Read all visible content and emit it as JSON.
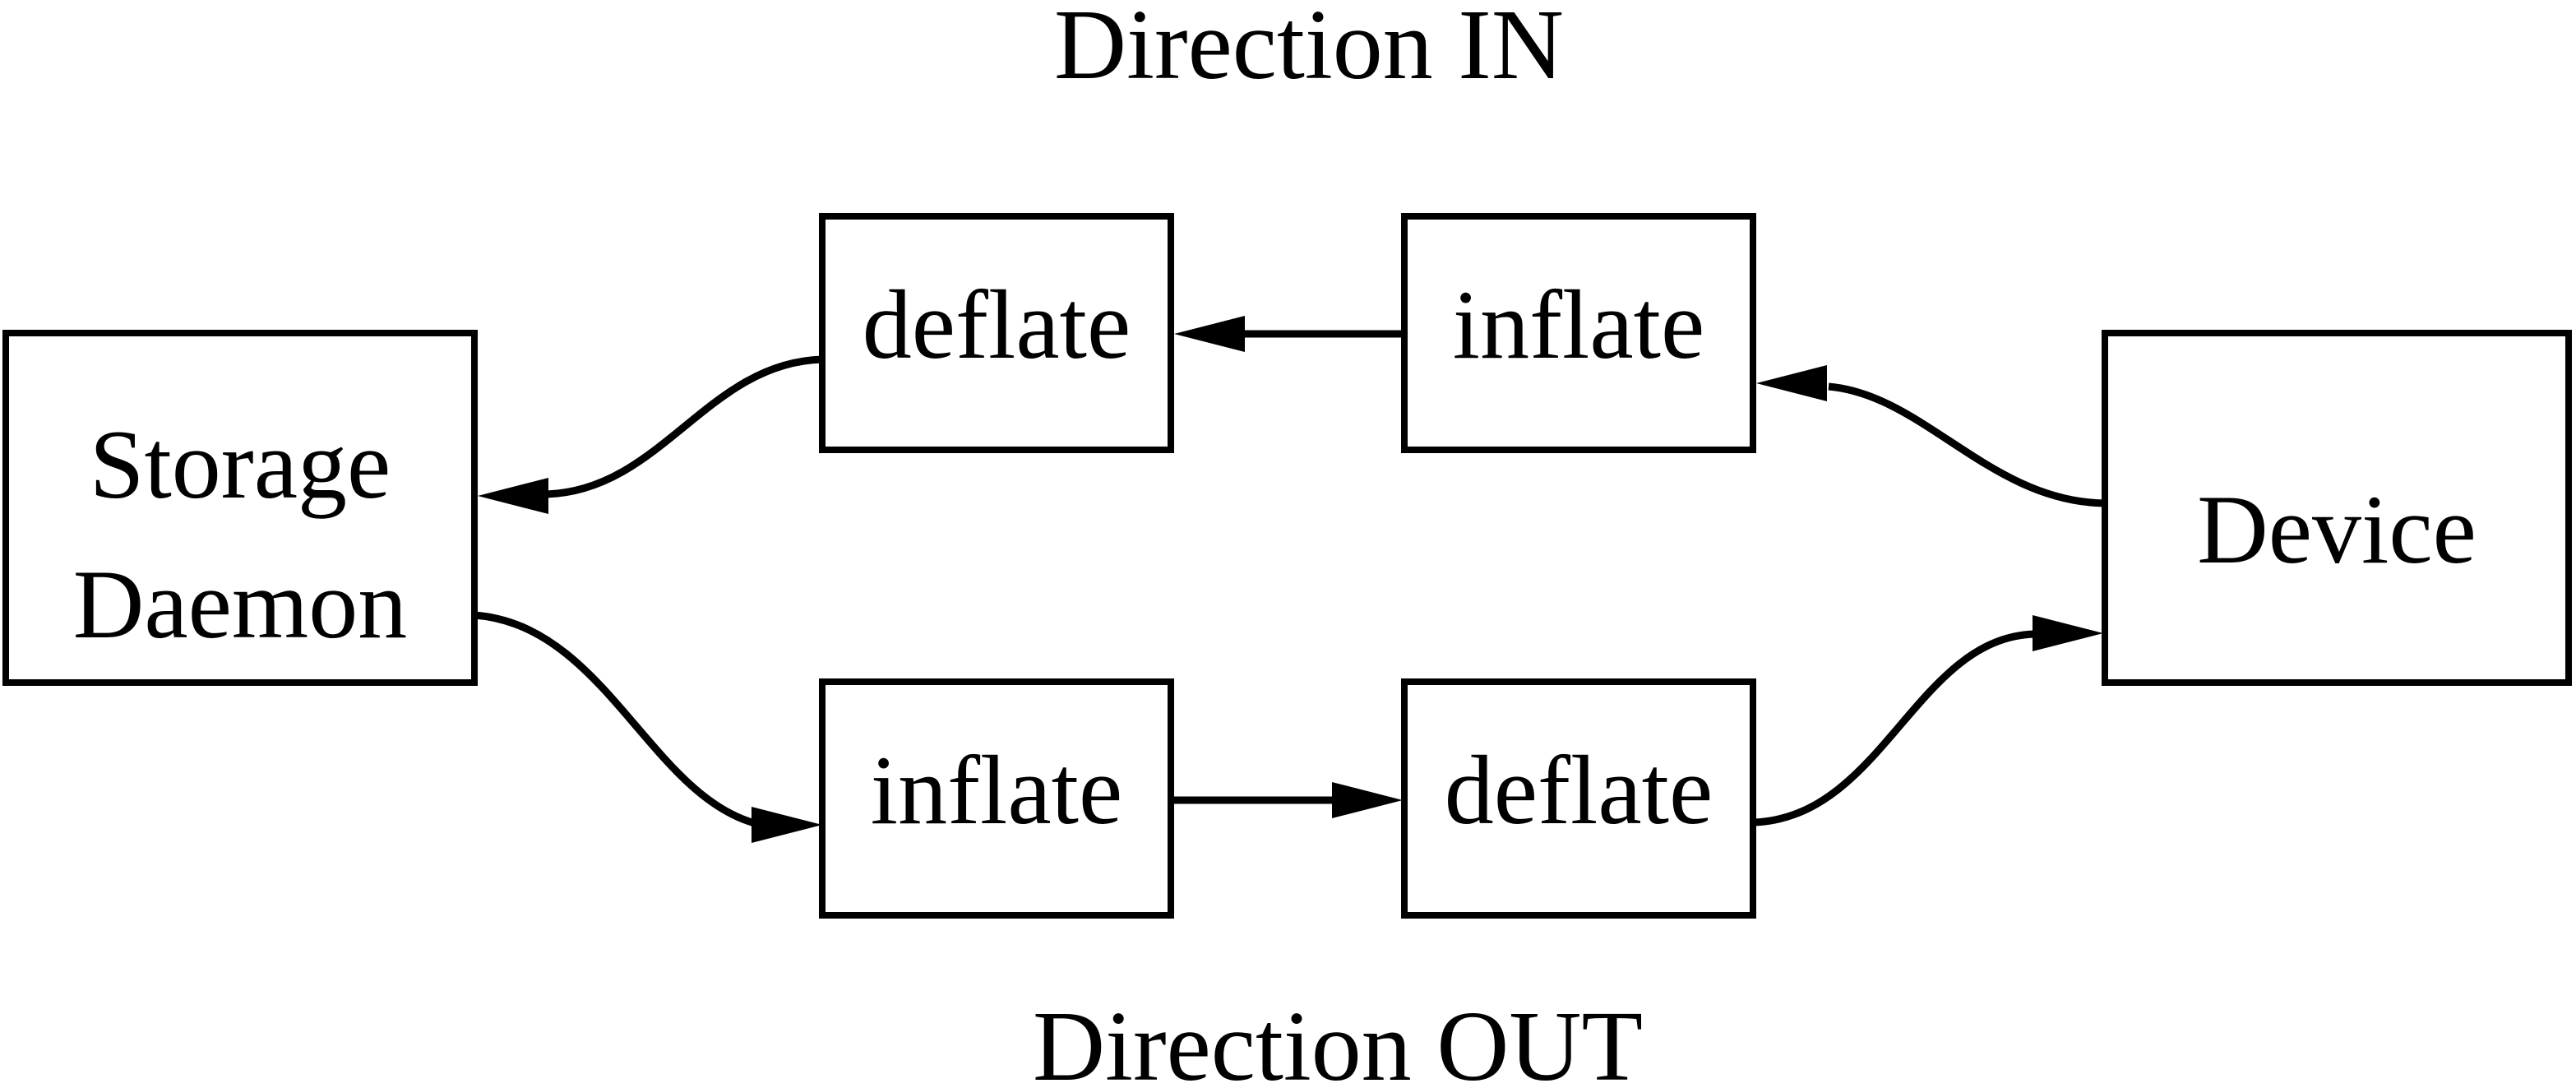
{
  "canvas": {
    "background_color": "#ffffff",
    "ink_color": "#000000"
  },
  "titles": {
    "direction_in": "Direction IN",
    "direction_out": "Direction OUT"
  },
  "nodes": {
    "storage_daemon": {
      "label": "Storage Daemon",
      "line1": "Storage",
      "line2": "Daemon"
    },
    "in_deflate": {
      "label": "deflate"
    },
    "in_inflate": {
      "label": "inflate"
    },
    "out_inflate": {
      "label": "inflate"
    },
    "out_deflate": {
      "label": "deflate"
    },
    "device": {
      "label": "Device"
    }
  },
  "flows": {
    "direction_in": {
      "title": "Direction IN",
      "sequence": [
        "Device",
        "inflate",
        "deflate",
        "Storage Daemon"
      ]
    },
    "direction_out": {
      "title": "Direction OUT",
      "sequence": [
        "Storage Daemon",
        "inflate",
        "deflate",
        "Device"
      ]
    }
  }
}
